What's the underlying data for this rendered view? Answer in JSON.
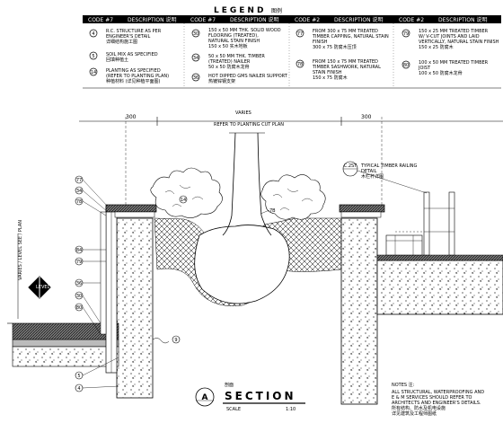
{
  "legend": {
    "title": "LEGEND",
    "title_cn": "图例",
    "columns": [
      {
        "header_code": "CODE #7",
        "header_desc": "DESCRIPTION 说明",
        "items": [
          {
            "code": "4",
            "lines": [
              "R.C. STRUCTURE AS PER",
              "ENGINEER'S DETAIL",
              "详细结构施工图"
            ]
          },
          {
            "code": "5",
            "lines": [
              "SOIL MIX AS SPECIFIED",
              "回填种植土"
            ]
          },
          {
            "code": "14",
            "lines": [
              "PLANTING AS SPECIFIED",
              "(REFER TO PLANTING PLAN)",
              "种植材料 (详见种植平面图)"
            ]
          }
        ]
      },
      {
        "header_code": "CODE #7",
        "header_desc": "DESCRIPTION 说明",
        "items": [
          {
            "code": "30",
            "lines": [
              "150 x 50 MM THK. SOLID WOOD",
              "FLOORING (TREATED),",
              "NATURAL STAIN FINISH",
              "150 x 50 实木地板"
            ]
          },
          {
            "code": "34",
            "lines": [
              "50 x 50 MM THK. TIMBER",
              "(TREATED) NAILER",
              "50 x 50 防腐木龙骨"
            ]
          },
          {
            "code": "36",
            "lines": [
              "HOT DIPPED GMS NAILER SUPPORT",
              "热镀锌钢支架"
            ]
          }
        ]
      },
      {
        "header_code": "CODE #2",
        "header_desc": "DESCRIPTION 说明",
        "items": [
          {
            "code": "77",
            "lines": [
              "FROM 300 x 75 MM TREATED",
              "TIMBER CAPPING, NATURAL STAIN",
              "FINISH",
              "300 x 75 防腐木压顶"
            ]
          },
          {
            "code": "78",
            "lines": [
              "FROM 150 x 75 MM TREATED",
              "TIMBER SASHWORK, NATURAL",
              "STAIN FINISH",
              "150 x 75 防腐木"
            ]
          }
        ]
      },
      {
        "header_code": "CODE #2",
        "header_desc": "DESCRIPTION 说明",
        "items": [
          {
            "code": "79",
            "lines": [
              "150 x 25 MM TREATED TIMBER",
              "W/ V-CUT JOINTS AND LAID",
              "VERTICALLY, NATURAL STAIN FINISH",
              "150 x 25 防腐木"
            ]
          },
          {
            "code": "80",
            "lines": [
              "100 x 50 MM TREATED TIMBER",
              "JOIST",
              "100 x 50 防腐木龙骨"
            ]
          }
        ]
      }
    ]
  },
  "drawing": {
    "dimensions": {
      "left": "300",
      "right": "300"
    },
    "ref_note": "REFER TO PLANTING CUT PLAN",
    "vary_top": "VARIES",
    "vary_side": "VARIES / LEVEL SEE / PLAN",
    "callouts_left": [
      "77",
      "34",
      "78",
      "84",
      "79",
      "36",
      "30",
      "80",
      "5",
      "4"
    ],
    "callout_tree": "14",
    "callout_b": "7B",
    "callout_bottom": "9",
    "railing_code": "C.2ST",
    "railing_label": "TYPICAL TIMBER RAILING",
    "railing_detail": "DETAIL",
    "railing_cn": "木栏杆详图",
    "level_label": "LEVEL"
  },
  "section": {
    "letter": "A",
    "title": "SECTION",
    "title_cn": "剖面",
    "scale_label": "SCALE",
    "scale_value": "1:10"
  },
  "notes": {
    "title": "NOTES 注:",
    "lines": [
      "ALL STRUCTURAL, WATERPROOFING AND",
      "E & M SERVICES SHOULD REFER TO",
      "ARCHITECTS AND ENGINEER'S DETAILS.",
      "所有结构、防水及机电设施",
      "详见建筑及工程师图纸"
    ]
  }
}
